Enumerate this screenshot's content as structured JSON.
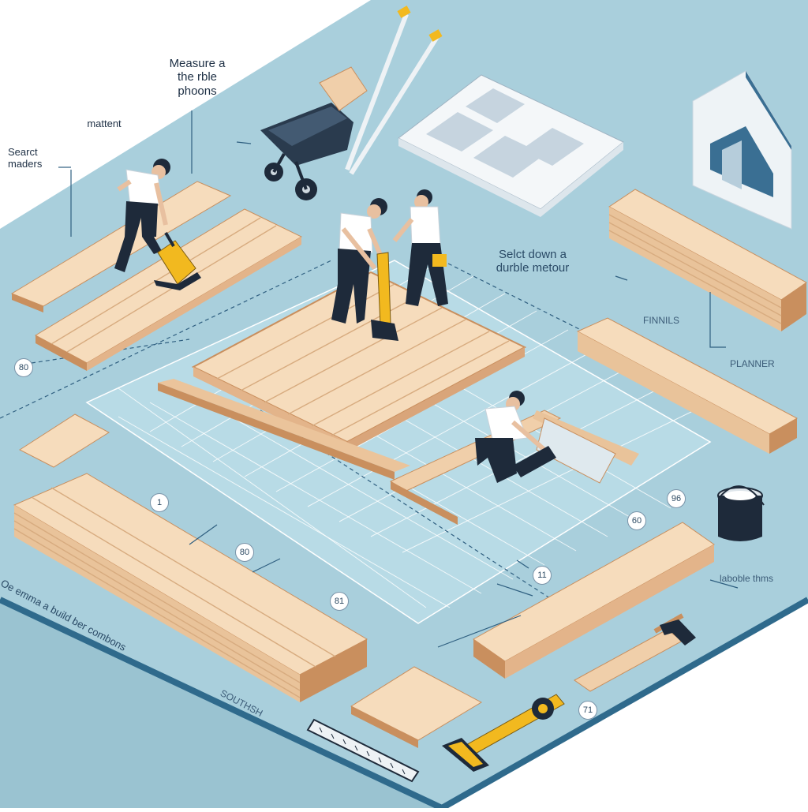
{
  "palette": {
    "sky": "#ffffff",
    "floor": "#a9cfdc",
    "floor_edge": "#2f6a8c",
    "wood_light": "#f6dcbc",
    "wood_mid": "#e9c39a",
    "wood_dark": "#c98f5e",
    "worker_shirt": "#ffffff",
    "worker_pants": "#1e2a3a",
    "tool_yellow": "#f2b91f"
  },
  "labels": {
    "measure": "Measure a\nthe rble\nphoons",
    "moment": "mattent",
    "search_materials": "Searct\nmaders",
    "select_durable": "Selct down a\ndurble metour",
    "finishes": "FINNILS",
    "planner": "PLANNER",
    "bottom_left": "Oe emma a build ber combons",
    "bottom_right": "laboble thms",
    "bottom_small": "SOUTHSH"
  },
  "callouts": [
    "80",
    "1",
    "80",
    "81",
    "96",
    "60",
    "11",
    "71"
  ],
  "icons": [
    "wheelbarrow-icon",
    "house-icon",
    "blueprint-icon",
    "paint-can-icon",
    "hammer-icon",
    "tape-measure-icon",
    "ruler-icon",
    "sander-icon"
  ]
}
